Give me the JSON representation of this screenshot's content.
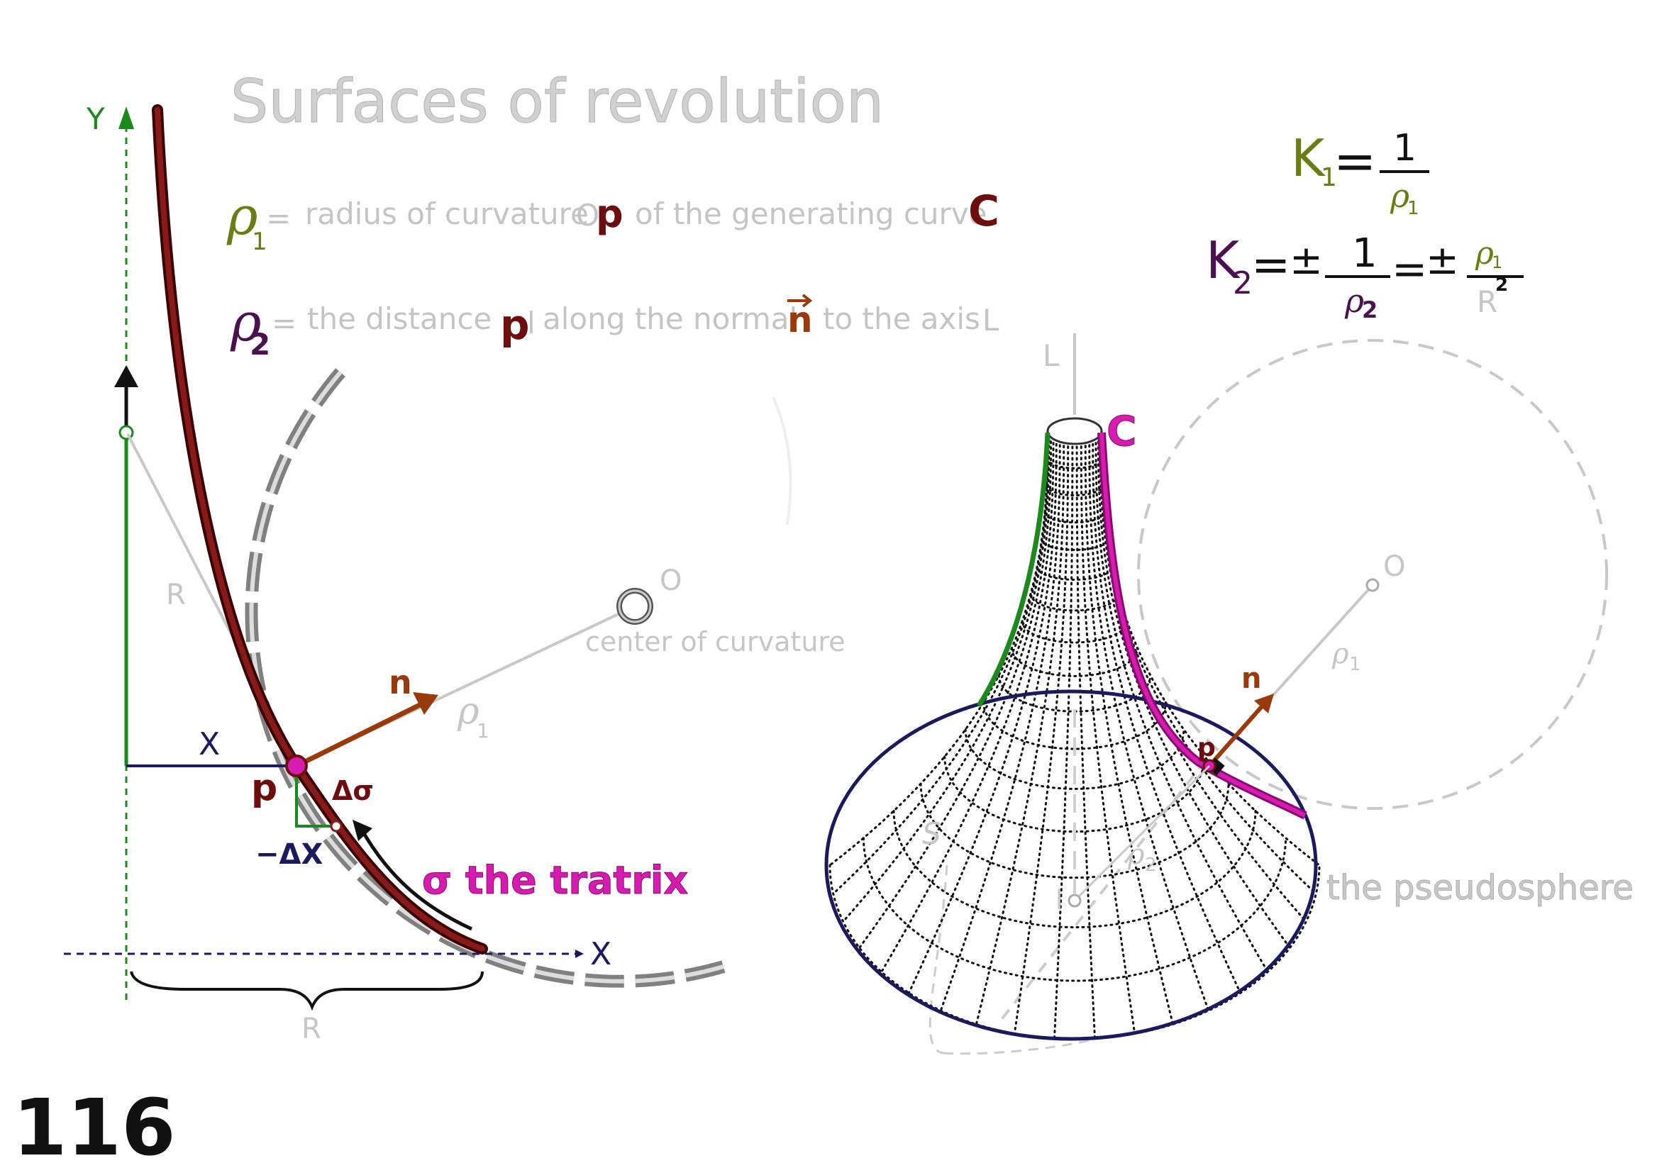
{
  "title": "Surfaces of revolution",
  "definitions": {
    "rho1": {
      "symbol": "ρ",
      "subscript": "1",
      "eq": "=",
      "text_a": "radius of curvature",
      "o_label": "O",
      "p_label": "p",
      "text_b": "of the generating curve",
      "curve_label": "C"
    },
    "rho2": {
      "symbol": "ρ",
      "subscript": "2",
      "eq": "=",
      "text_a": "the distance",
      "p_label": "p",
      "l_label": "l",
      "text_b": "along the normal",
      "n_label": "n",
      "text_c": "to the axis",
      "axis_label": "L"
    }
  },
  "formulas": {
    "k1": {
      "lhs": "K",
      "lhs_sub": "1",
      "eq": "=",
      "num": "1",
      "den": "ρ",
      "den_sub": "1"
    },
    "k2": {
      "lhs": "K",
      "lhs_sub": "2",
      "eq1": "=",
      "pm1": "±",
      "num1": "1",
      "den1": "ρ",
      "den1_sub": "2",
      "eq2": "=",
      "pm2": "±",
      "num2": "ρ",
      "num2_sub": "1",
      "den2": "R",
      "den2_sup": "2"
    }
  },
  "left_figure": {
    "y_axis": "Y",
    "x_axis": "X",
    "x_label": "X",
    "r_label": "R",
    "r_brace_label": "R",
    "p_label": "p",
    "d_sigma": "Δσ",
    "neg_dx": "−ΔX",
    "n_label": "n",
    "rho1_label": "ρ",
    "rho1_sub": "1",
    "o_label": "O",
    "center_label": "center of curvature",
    "tractrix_label": "σ the tratrix"
  },
  "right_figure": {
    "axis_label": "L",
    "curve_label": "C",
    "p_label": "p",
    "n_label": "n",
    "rho1_label": "ρ",
    "rho1_sub": "1",
    "o_label": "O",
    "s_label": "S",
    "rho2_label": "ρ",
    "rho2_sub": "2",
    "l_label": "l",
    "surface_label": "the pseudosphere"
  },
  "page_number": "116",
  "colors": {
    "tractrix": "#6e0d0d",
    "magenta": "#d81bb0",
    "green": "#1a8a1a",
    "navy": "#1a1a5e",
    "olive": "#6b7d10",
    "purple": "#4a1050",
    "normal": "#9a3a0a",
    "faint": "#c6c6c6"
  }
}
